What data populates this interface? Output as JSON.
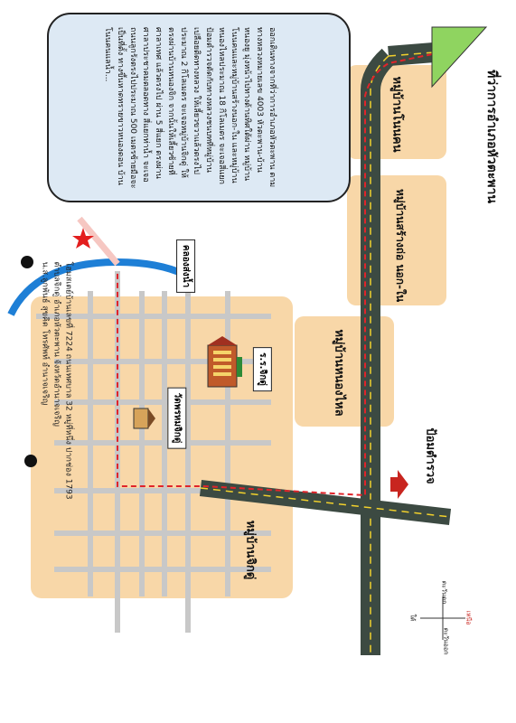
{
  "map": {
    "note": "ออกเดินทางจากที่ว่าการอำเภอหัวตะพาน ตามทางหลวงหมายเลข 4003 หัวตะพาน-บ้านหนองยู มุ่งหน้าไปทางด้านทิศใต้ผ่าน หมู่บ้านโนนคนและหมู่บ้านสร้างนอก-ใน และหมู่บ้านหนองไหลประมาณ 18 กิโลเมตร จะเจอสี่แยกป้อมตำรวจตัดกับทางหลวงชนบทที่หมู่บ้านเปลือยติดทางหลวง ให้เลี้ยวขวาแล้วตรงไปประมาณ 2 กิโลเมตร จะเจอหมู่บ้านจิกดู่ ให้ตรงผ่านบ้านหนองจิก จากนั้นให้เลี้ยวซ้ายที่ศาลาเทศ แล้วตรงไป ผ่าน 5 สี่แยก ตรงผ่านศาลาประชาคมตลอดทาง สี่แยกท่าน้ำ จะเจอถนนลูกรังตรงไปประมาณ 500 เมตรซ้ายมือจะเป็นที่ตั้ง ทางขึ้นหาดทรายขาวหนองดอน บ้านโนนคนแลน้ำ...",
    "places": {
      "district_office": "ที่ว่าการอำเภอหัวตะพาน",
      "village_1": "หมู่บ้านโนนคน",
      "village_2": "หมู่บ้านสร้างถ่อ นอก-ใน",
      "village_3": "หมู่บ้านหนองไหล",
      "village_jikdu": "หมู่บ้านจิกดู่",
      "police_post": "ป้อมตำรวจ",
      "canal": "คลองส่งน้ำ",
      "school": "ร.ร.จิกดู่",
      "temple": "วัดพรหมจิกดู่"
    },
    "address": "โฮมสเตย์บ้านเลขที่ 7224 ถนนเทศบาล 32 หมู่ที่หนึ่ง ปากช่อง 1793\nตำบลจิกดู่ อำเภอหัวตะพาน จังหวัดอำนาจเจริญ\nน.ส.ลูกพันธ์ สุขคิด โทรศัพท์ อำนาจเจริญ",
    "compass": {
      "north": "เหนือ",
      "south": "ใต้",
      "east": "ตะวันออก",
      "west": "ตะวันตก"
    },
    "colors": {
      "zone": "#f8d7a8",
      "road": "#3c4a42",
      "road_line": "#f2d12c",
      "route": "#e0242a",
      "arrow": "#c8251f",
      "canal": "#1e7fd6",
      "triangle": "#8fd460",
      "note_bg": "#dde9f4"
    }
  }
}
